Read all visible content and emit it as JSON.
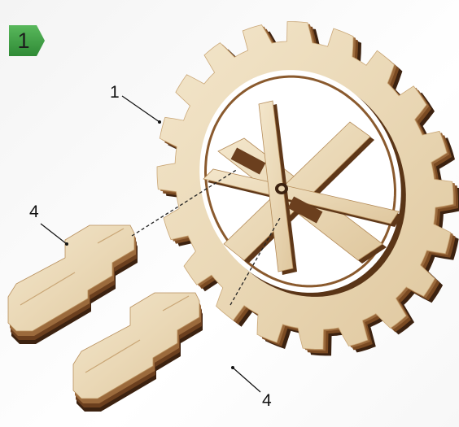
{
  "step": {
    "number": "1",
    "color": "#3f9a44"
  },
  "labels": {
    "gear": "1",
    "key_top": "4",
    "key_bottom": "4"
  },
  "colors": {
    "wood_face": "#ecdcbd",
    "wood_edge": "#6b3f1e",
    "wood_dark": "#3c2210"
  }
}
